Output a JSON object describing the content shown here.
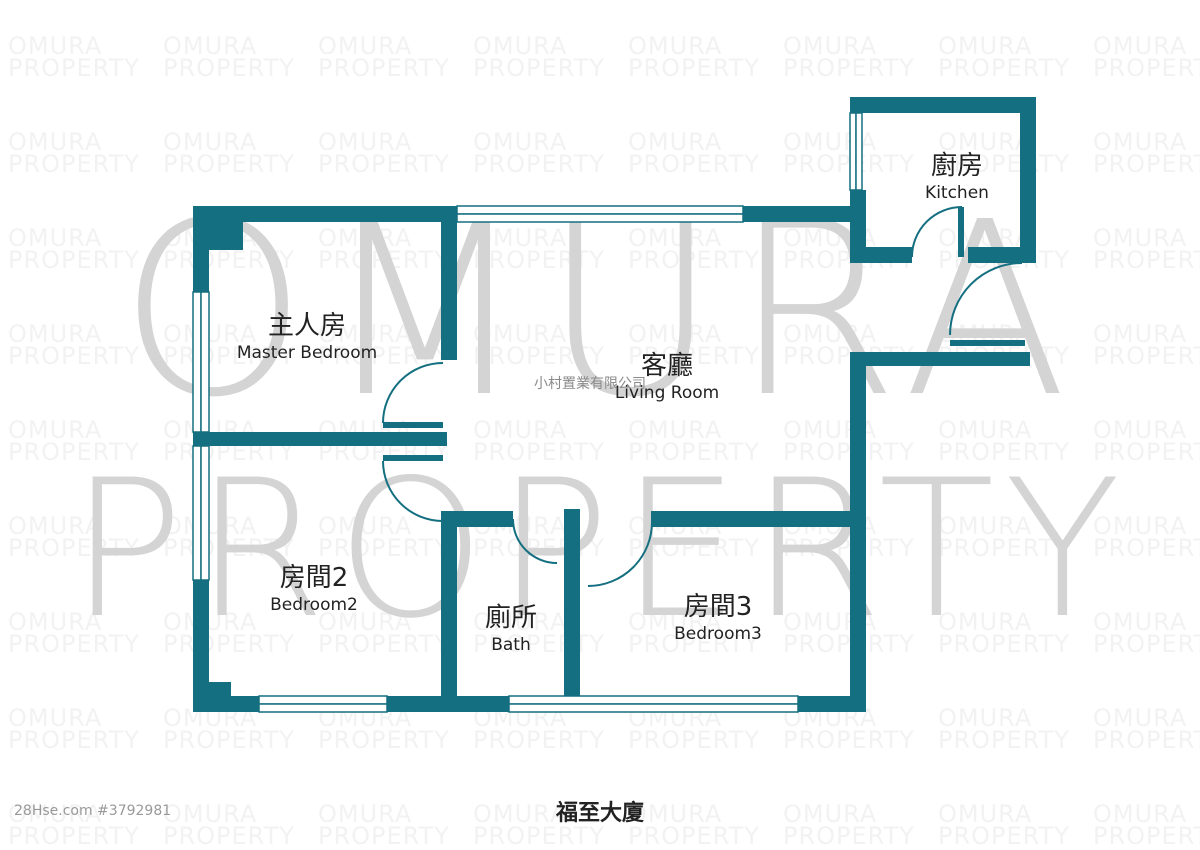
{
  "floorplan": {
    "building_name": "福至大廈",
    "source_label": "28Hse.com #3792981",
    "agency_text": "小村置業有限公司",
    "wall_color": "#146f80",
    "watermark": {
      "big_line1": "OMURA",
      "big_line2": "PROPERTY",
      "tile_line1": "OMURA",
      "tile_line2": "PROPERTY",
      "big_color": "#d4d4d4",
      "tile_color": "#f2f2f2"
    },
    "rooms": [
      {
        "id": "kitchen",
        "zh": "廚房",
        "en": "Kitchen"
      },
      {
        "id": "master-bedroom",
        "zh": "主人房",
        "en": "Master Bedroom"
      },
      {
        "id": "living-room",
        "zh": "客廳",
        "en": "Living Room"
      },
      {
        "id": "bedroom2",
        "zh": "房間2",
        "en": "Bedroom2"
      },
      {
        "id": "bath",
        "zh": "廁所",
        "en": "Bath"
      },
      {
        "id": "bedroom3",
        "zh": "房間3",
        "en": "Bedroom3"
      }
    ]
  }
}
